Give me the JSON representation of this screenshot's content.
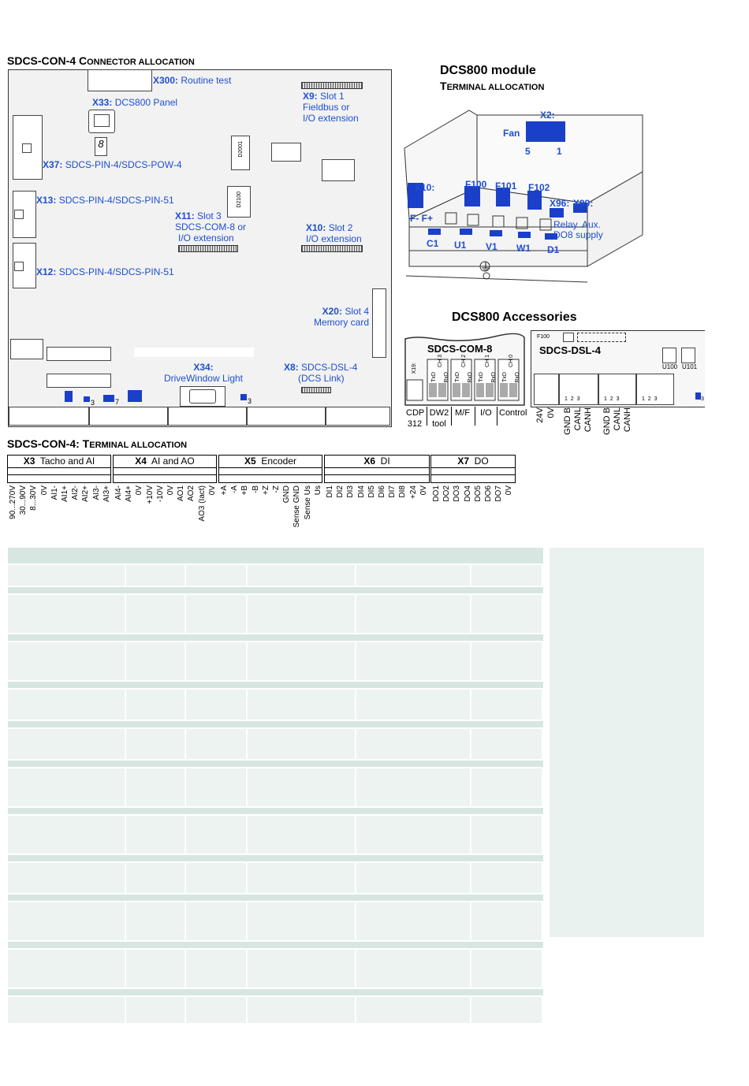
{
  "con4": {
    "title_main": "SDCS-CON-4 C",
    "title_sc": "ONNECTOR ALLOCATION",
    "x300": {
      "tag": "X300:",
      "text": "Routine test"
    },
    "x33": {
      "tag": "X33:",
      "text": "DCS800 Panel"
    },
    "x9": {
      "tag": "X9:",
      "l1": "Slot 1",
      "l2": "Fieldbus or",
      "l3": "I/O extension"
    },
    "x37": {
      "tag": "X37:",
      "text": "SDCS-PIN-4/SDCS-POW-4"
    },
    "x13": {
      "tag": "X13:",
      "text": "SDCS-PIN-4/SDCS-PIN-51"
    },
    "x11": {
      "tag": "X11:",
      "l1": "Slot 3",
      "l2": "SDCS-COM-8 or",
      "l3": "I/O extension"
    },
    "x10": {
      "tag": "X10:",
      "l1": "Slot 2",
      "l2": "I/O extension"
    },
    "x12": {
      "tag": "X12:",
      "text": "SDCS-PIN-4/SDCS-PIN-51"
    },
    "x20": {
      "tag": "X20:",
      "l1": "Slot 4",
      "l2": "Memory card"
    },
    "x34": {
      "tag": "X34:",
      "text": "DriveWindow Light"
    },
    "x8": {
      "tag": "X8:",
      "l1": "SDCS-DSL-4",
      "l2": "(DCS Link)"
    },
    "d2001": "D2001",
    "d2100": "D2100",
    "seg": "8",
    "sub3a": "3",
    "sub7": "7",
    "sub3b": "3"
  },
  "module": {
    "title": "DCS800 module",
    "sub_main": "T",
    "sub_sc": "ERMINAL ALLOCATION",
    "x2": "X2:",
    "fan": "Fan",
    "n5": "5",
    "n1": "1",
    "x10": "X10:",
    "f100": "F100",
    "f101": "F101",
    "f102": "F102",
    "x96": "X96:",
    "x99": "X99:",
    "ff": "F- F+",
    "relay": "Relay",
    "aux": "Aux.",
    "do8": "DO8",
    "supply": "supply",
    "c1": "C1",
    "u1": "U1",
    "v1": "V1",
    "w1": "W1",
    "d1": "D1",
    "ground": "⏚"
  },
  "accessories": {
    "title": "DCS800 Accessories",
    "com8": "SDCS-COM-8",
    "dsl4": "SDCS-DSL-4",
    "x19": "X19:",
    "ch3": "CH 3",
    "ch2": "CH 2",
    "ch1": "CH 1",
    "ch0": "CH 0",
    "txd": "TxD",
    "rxd": "RxD",
    "cdp": "CDP",
    "n312": "312",
    "dw2": "DW2",
    "tool": "tool",
    "mf": "M/F",
    "io": "I/O",
    "control": "Control",
    "f100": "F100",
    "u100": "U100",
    "u101": "U101",
    "pins_a": "1  2  3",
    "v24": "24V",
    "v0": "0V",
    "gndb": "GND B",
    "canl": "CANL",
    "canh": "CANH",
    "gndb2": "GND B",
    "canl2": "CANL",
    "canh2": "CANH",
    "sub3": "3"
  },
  "terminals": {
    "title_main": "SDCS-CON-4: T",
    "title_sc": "ERMINAL ALLOCATION",
    "x3": {
      "tag": "X3",
      "name": "Tacho and AI",
      "pins": [
        "90...270V",
        "30...90V",
        "8...30V",
        "0V",
        "AI1-",
        "AI1+",
        "AI2-",
        "AI2+",
        "AI3-",
        "AI3+"
      ]
    },
    "x4": {
      "tag": "X4",
      "name": "AI and AO",
      "pins": [
        "AI4-",
        "AI4+",
        "0V",
        "+10V",
        "-10V",
        "0V",
        "AO1",
        "AO2",
        "AO3 (Iact)",
        "0V"
      ]
    },
    "x5": {
      "tag": "X5",
      "name": "Encoder",
      "pins": [
        "+A",
        "-A",
        "+B",
        "-B",
        "+Z",
        "-Z",
        "GND",
        "Sense GND",
        "Sense Us",
        "Us"
      ]
    },
    "x6": {
      "tag": "X6",
      "name": "DI",
      "pins": [
        "DI1",
        "DI2",
        "DI3",
        "DI4",
        "DI5",
        "DI6",
        "DI7",
        "DI8",
        "+24",
        "0V"
      ]
    },
    "x7": {
      "tag": "X7",
      "name": "DO",
      "pins": [
        "DO1",
        "DO2",
        "DO3",
        "DO4",
        "DO5",
        "DO6",
        "DO7",
        "0V"
      ]
    }
  }
}
